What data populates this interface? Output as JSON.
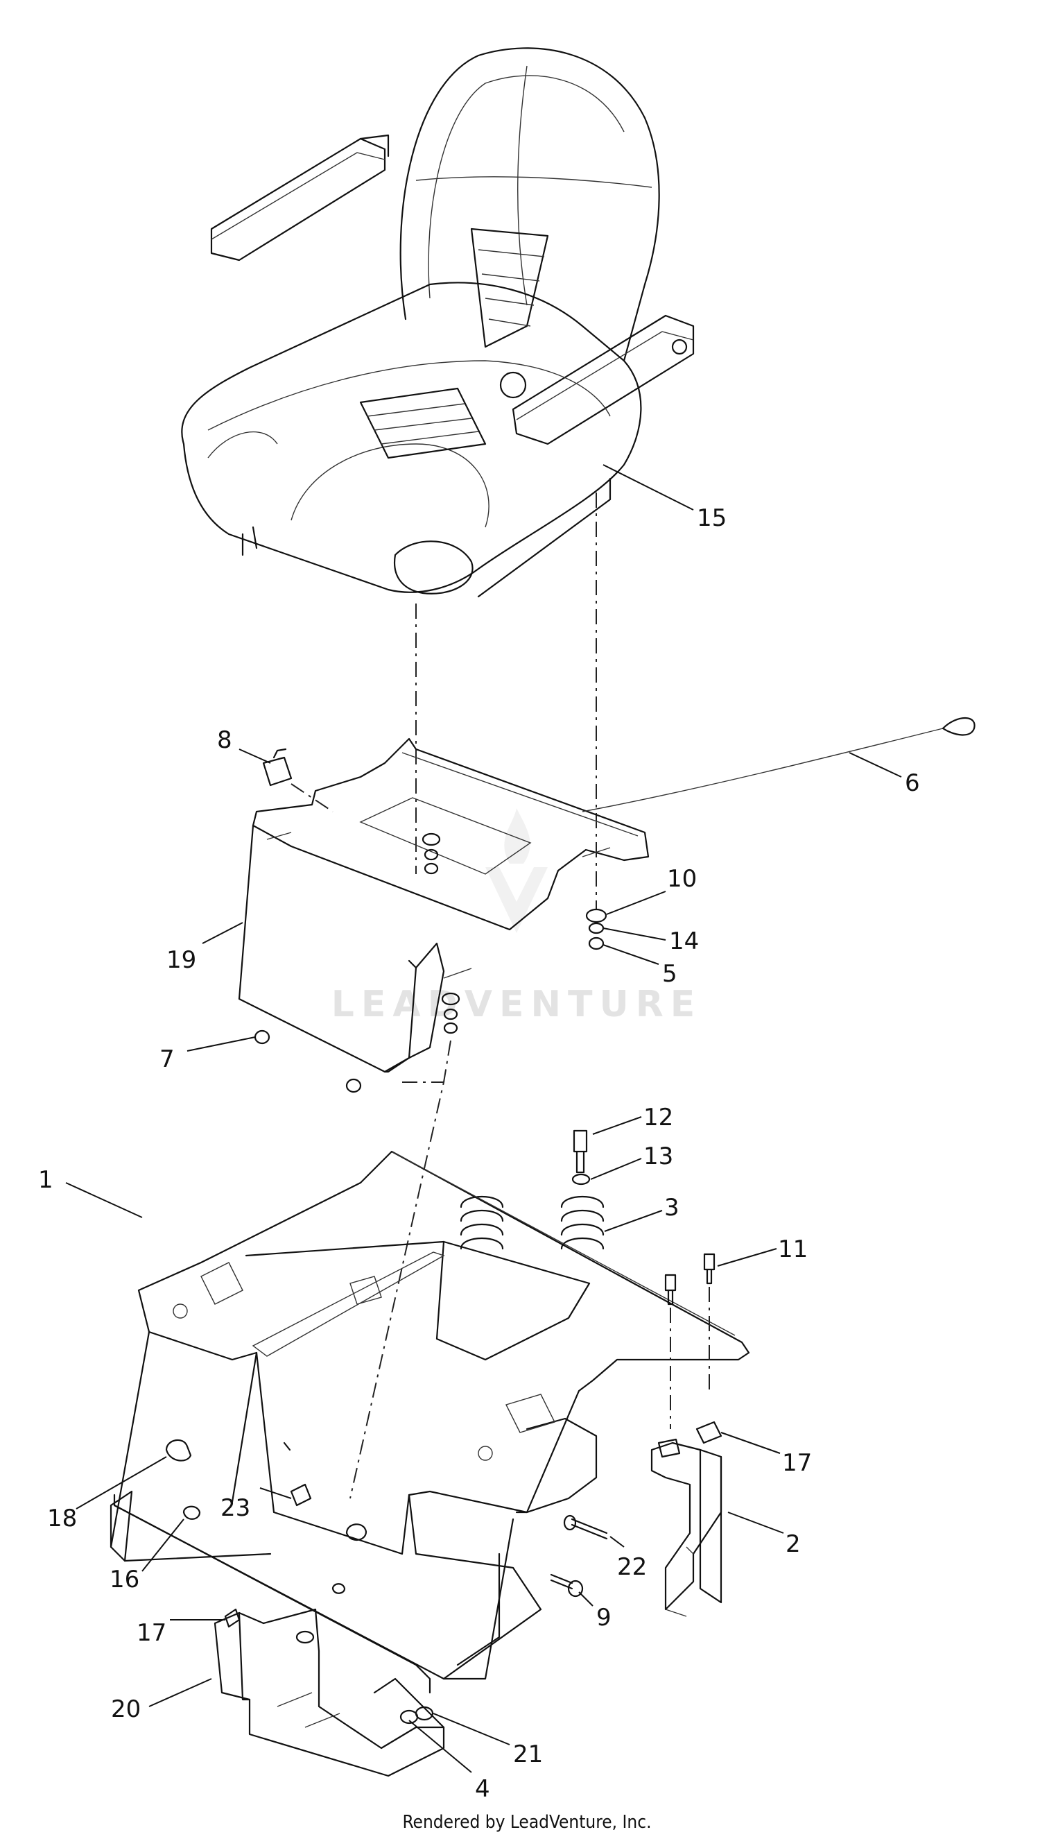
{
  "watermark": {
    "text": "LEADVENTURE"
  },
  "footer": {
    "text": "Rendered by LeadVenture, Inc."
  },
  "callouts": [
    {
      "label": "15"
    },
    {
      "label": "8"
    },
    {
      "label": "6"
    },
    {
      "label": "10"
    },
    {
      "label": "14"
    },
    {
      "label": "5"
    },
    {
      "label": "19"
    },
    {
      "label": "7"
    },
    {
      "label": "12"
    },
    {
      "label": "13"
    },
    {
      "label": "3"
    },
    {
      "label": "11"
    },
    {
      "label": "1"
    },
    {
      "label": "17"
    },
    {
      "label": "18"
    },
    {
      "label": "23"
    },
    {
      "label": "2"
    },
    {
      "label": "16"
    },
    {
      "label": "22"
    },
    {
      "label": "9"
    },
    {
      "label": "17"
    },
    {
      "label": "20"
    },
    {
      "label": "21"
    },
    {
      "label": "4"
    }
  ]
}
